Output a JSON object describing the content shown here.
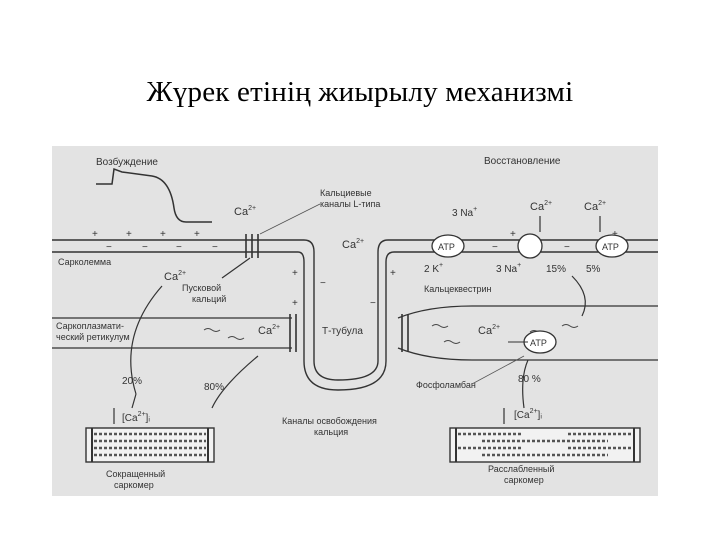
{
  "slide": {
    "title": "Жүрек етінің жиырылу механизмі"
  },
  "diagram": {
    "excitation": "Возбуждение",
    "recovery": "Восстановление",
    "sarcolemma": "Сарколемма",
    "l_type_channels": [
      "Кальциевые",
      "каналы L-типа"
    ],
    "calcium_trigger": [
      "Пусковой",
      "кальций"
    ],
    "sr": [
      "Саркоплазмати-",
      "ческий ретикулум"
    ],
    "t_tubule": "Т-тубула",
    "release_channels": [
      "Каналы освобождения",
      "кальция"
    ],
    "exchanger": "Кальцеквестрин",
    "phospholamban": "Фосфоламбан",
    "atp": "ATP",
    "ca": "Ca",
    "ca_charge": "2+",
    "na3": "3 Na",
    "k2": "2 K",
    "plus": "+",
    "minus": "−",
    "pct_15": "15%",
    "pct_5": "5%",
    "pct_20": "20%",
    "pct_80": "80%",
    "pct_80b": "80 %",
    "ca_i": "[Ca",
    "ca_i_tail": "]ᵢ",
    "contracted": [
      "Сокращенный",
      "саркомер"
    ],
    "relaxed": [
      "Расслабленный",
      "саркомер"
    ]
  }
}
